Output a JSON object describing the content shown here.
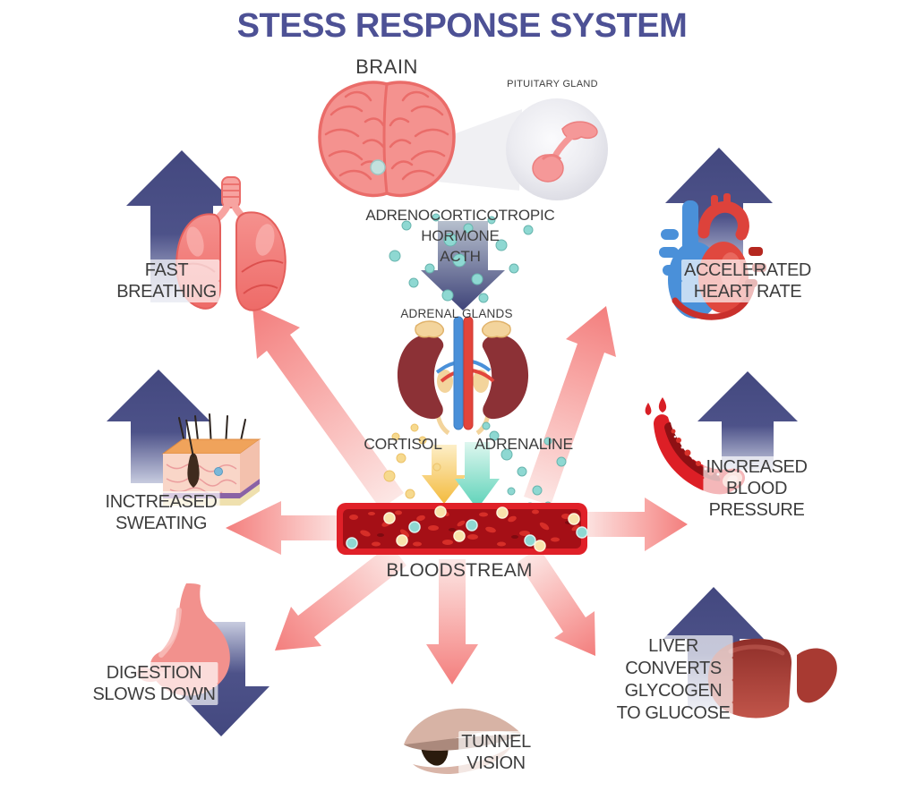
{
  "title": "STESS RESPONSE SYSTEM",
  "center": {
    "brain": "BRAIN",
    "pituitary": "PITUITARY GLAND",
    "hormone_line1": "ADRENOCORTICOTROPIC",
    "hormone_line2": "HORMONE",
    "hormone_line3": "ACTH",
    "adrenal": "ADRENAL GLANDS",
    "cortisol": "CORTISOL",
    "adrenaline": "ADRENALINE",
    "bloodstream": "BLOODSTREAM"
  },
  "effects": {
    "fast_breathing": {
      "line1": "FAST",
      "line2": "BREATHING"
    },
    "accelerated_heart_rate": {
      "line1": "ACCELERATED",
      "line2": "HEART RATE"
    },
    "increased_sweating": {
      "line1": "INCTREASED",
      "line2": "SWEATING"
    },
    "increased_blood_pressure": {
      "line1": "INCREASED",
      "line2": "BLOOD",
      "line3": "PRESSURE"
    },
    "digestion_slows_down": {
      "line1": "DIGESTION",
      "line2": "SLOWS DOWN"
    },
    "tunnel_vision": {
      "line1": "TUNNEL",
      "line2": "VISION"
    },
    "liver_glucose": {
      "line1": "LIVER",
      "line2": "CONVERTS",
      "line3": "GLYCOGEN",
      "line4": "TO GLUCOSE"
    }
  },
  "colors": {
    "title": "#4d5195",
    "label": "#3d3d3d",
    "pink_arrow": "#f37e7d",
    "blue_arrow": "#43487f",
    "bloodstream_border": "#e02028",
    "bloodstream_fill": "#a50f16",
    "cortisol_dot": "#f6d98e",
    "adrenaline_dot": "#7fd9cf"
  }
}
